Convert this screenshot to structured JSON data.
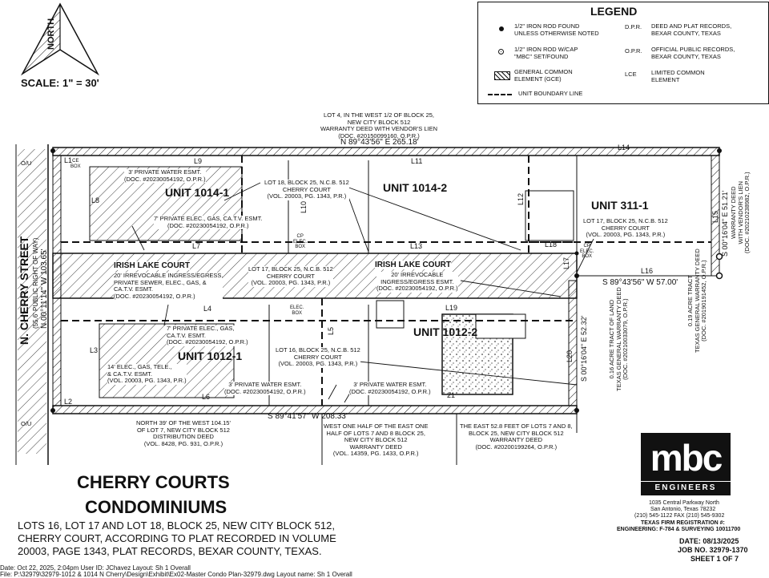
{
  "legend": {
    "title": "LEGEND",
    "iron_rod_found": "1/2\" IRON ROD FOUND\nUNLESS OTHERWISE NOTED",
    "iron_rod_cap": "1/2\" IRON ROD W/CAP\n\"MBC\" SET/FOUND",
    "gce": "GENERAL COMMON\nELEMENT (GCE)",
    "unit_boundary": "UNIT BOUNDARY LINE",
    "dpr_abbr": "D.P.R.",
    "dpr_text": "DEED AND PLAT RECORDS,\nBEXAR COUNTY, TEXAS",
    "opr_abbr": "O.P.R.",
    "opr_text": "OFFICIAL PUBLIC RECORDS,\nBEXAR COUNTY, TEXAS",
    "lce_abbr": "LCE",
    "lce_text": "LIMITED COMMON\nELEMENT"
  },
  "north": "NORTH",
  "scale": "SCALE: 1\" = 30'",
  "units": {
    "u1014_1": "UNIT 1014-1",
    "u1014_2": "UNIT 1014-2",
    "u311_1": "UNIT 311-1",
    "u1012_1": "UNIT 1012-1",
    "u1012_2": "UNIT 1012-2"
  },
  "street": {
    "name": "N. CHERRY STREET",
    "row": "(55.6' PUBLIC RIGHT OF WAY)",
    "bearing": "N 00°11'14\" W  103.65'"
  },
  "bearings": {
    "north_line": "N 89°43'56\" E   265.18'",
    "south_line": "S 89°41'57\" W     208.33'",
    "east_mid": "S 89°43'56\" W     57.00'",
    "east_line": "S 00°16'04\" E   51.21'",
    "l20_line": "S 00°16'04\" E   52.32'"
  },
  "line_labels": {
    "l1": "L1",
    "l2": "L2",
    "l3": "L3",
    "l4": "L4",
    "l5": "L5",
    "l6": "L6",
    "l7": "L7",
    "l8": "L8",
    "l9": "L9",
    "l10": "L10",
    "l11": "L11",
    "l12": "L12",
    "l13": "L13",
    "l14": "L14",
    "l15": "L15",
    "l16": "L16",
    "l17": "L17",
    "l18": "L18",
    "l19": "L19",
    "l20": "L20",
    "l21": "21"
  },
  "notes": {
    "lot4": "LOT 4, IN THE WEST 1/2 OF BLOCK 25,\nNEW CITY BLOCK 512\nWARRANTY DEED WITH VENDOR'S LIEN\n(DOC. #20150099160, O.P.R.)",
    "water_n": "3' PRIVATE WATER ESMT.\n(DOC. #20230054192, O.P.R.)",
    "lot18": "LOT 18, BLOCK 25, N.C.B. 512\nCHERRY COURT\n(VOL. 20003, PG. 1343, P.R.)",
    "elec_n": "7' PRIVATE ELEC., GAS, CA.T.V. ESMT.\n(DOC. #20230054192, O.P.R.)",
    "irish_w_title": "IRISH LAKE COURT",
    "irish_w_text": "20' IRREVOCABLE INGRESS/EGRESS,\nPRIVATE SEWER, ELEC., GAS, &\nCA.T.V. ESMT.\n(DOC. #20230054192, O.P.R.)",
    "lot17_mid": "LOT 17, BLOCK 25, N.C.B. 512\nCHERRY COURT\n(VOL. 20003, PG. 1343, P.R.)",
    "irish_e_title": "IRISH LAKE COURT",
    "irish_e_text": "20' IRREVOCABLE\nINGRESS/EGRESS ESMT.\n(DOC. #20230054192, O.P.R.)",
    "lot17_e": "LOT 17, BLOCK 25, N.C.B. 512\nCHERRY COURT\n(VOL. 20003, PG. 1343, P.R.)",
    "elec_s": "7' PRIVATE ELEC., GAS,\nCA.T.V. ESMT.\n(DOC. #20230054192, O.P.R.)",
    "lot16": "LOT 16, BLOCK 25, N.C.B. 512\nCHERRY COURT\n(VOL. 20003, PG. 1343, P.R.)",
    "elec_14": "14' ELEC., GAS, TELE.,\n& CA.T.V. ESMT.\n(VOL. 20003, PG. 1343, P.R.)",
    "water_s1": "3' PRIVATE WATER ESMT.\n(DOC. #20230054192, O.P.R.)",
    "water_s2": "3' PRIVATE WATER ESMT.\n(DOC. #20230054192, O.P.R.)",
    "north39": "NORTH 39' OF THE WEST 104.15'\nOF LOT 7, NEW CITY BLOCK 512\nDISTRIBUTION DEED\n(VOL. 8428, PG. 931, O.P.R.)",
    "west_half": "WEST ONE HALF OF THE EAST ONE\nHALF OF LOTS 7 AND 8 BLOCK 25,\nNEW CITY BLOCK 512\nWARRANTY DEED\n(VOL. 14359, PG. 1433, O.P.R.)",
    "east528": "THE EAST 52.8 FEET OF LOTS 7 AND 8,\nBLOCK 25, NEW CITY BLOCK 512\nWARRANTY DEED\n(DOC. #20200199264, O.P.R.)",
    "tract016": "0.16 ACRE TRACT OF LAND\nTEXAS GENERAL WARRANTY DEED\n(DOC. #20210033079, O.P.R.)",
    "tract019": "0.19 ACRE TRACT\nTEXAS GENERAL WARRANTY DEED\n(DOC. #20190191452, O.P.R.)",
    "vendor_lien": "WARRANTY DEED\nWITH VENDOR'S LIEN\n(DOC. #20210238982, O.P.R.)",
    "cp_elec": "CP\nELEC.\nBOX",
    "ce_box": "CE\nBOX",
    "elec_box": "ELEC.\nBOX",
    "cp_elec_e": "CP\nELEC.\nBOX",
    "ou": "O/U",
    "ou2": "O/U"
  },
  "title_block": {
    "title_line1": "CHERRY COURTS",
    "title_line2": "CONDOMINIUMS",
    "desc1": "LOTS 16, LOT 17 AND LOT 18, BLOCK 25, NEW CITY BLOCK 512,",
    "desc2": "CHERRY COURT, ACCORDING TO PLAT RECORDED IN VOLUME",
    "desc3": "20003, PAGE 1343, PLAT RECORDS, BEXAR COUNTY, TEXAS."
  },
  "firm": {
    "logo": "mbc",
    "logo_sub": "ENGINEERS",
    "address1": "1035 Central Parkway North",
    "address2": "San Antonio, Texas 78232",
    "phone": "(210) 545-1122 FAX (210) 545-9302",
    "reg": "TEXAS FIRM REGISTRATION #:",
    "reg2": "ENGINEERING: F-784 & SURVEYING 10011700",
    "date": "DATE: 08/13/2025",
    "job": "JOB NO. 32979-1370",
    "sheet": "SHEET 1 OF 7"
  },
  "footer": {
    "line1": "Date: Oct 22, 2025, 2:04pm  User ID: JChavez  Layout: Sh 1 Overall",
    "line2": "File: P:\\32979\\32979-1012 & 1014 N Cherry\\Design\\Exhibit\\Ex02-Master Condo Plan-32979.dwg Layout name: Sh 1 Overall"
  },
  "colors": {
    "ink": "#111111",
    "paper": "#ffffff"
  }
}
